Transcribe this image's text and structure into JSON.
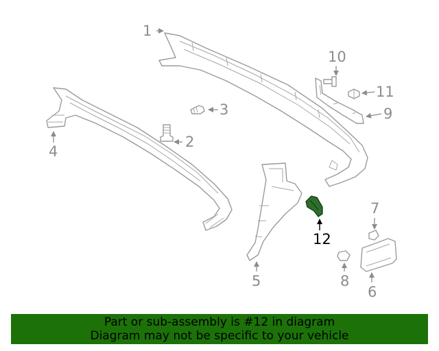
{
  "callouts": {
    "c1": "1",
    "c2": "2",
    "c3": "3",
    "c4": "4",
    "c5": "5",
    "c6": "6",
    "c7": "7",
    "c8": "8",
    "c9": "9",
    "c10": "10",
    "c11": "11",
    "c12": "12"
  },
  "highlighted_part": "12",
  "colors": {
    "highlight_fill": "#2d6e2d",
    "banner_bg": "#1c7208",
    "line_gray": "#9a9a9a"
  },
  "banner": {
    "line1": "Part or sub-assembly is #12 in diagram",
    "line2": "Diagram may not be specific to your vehicle"
  }
}
